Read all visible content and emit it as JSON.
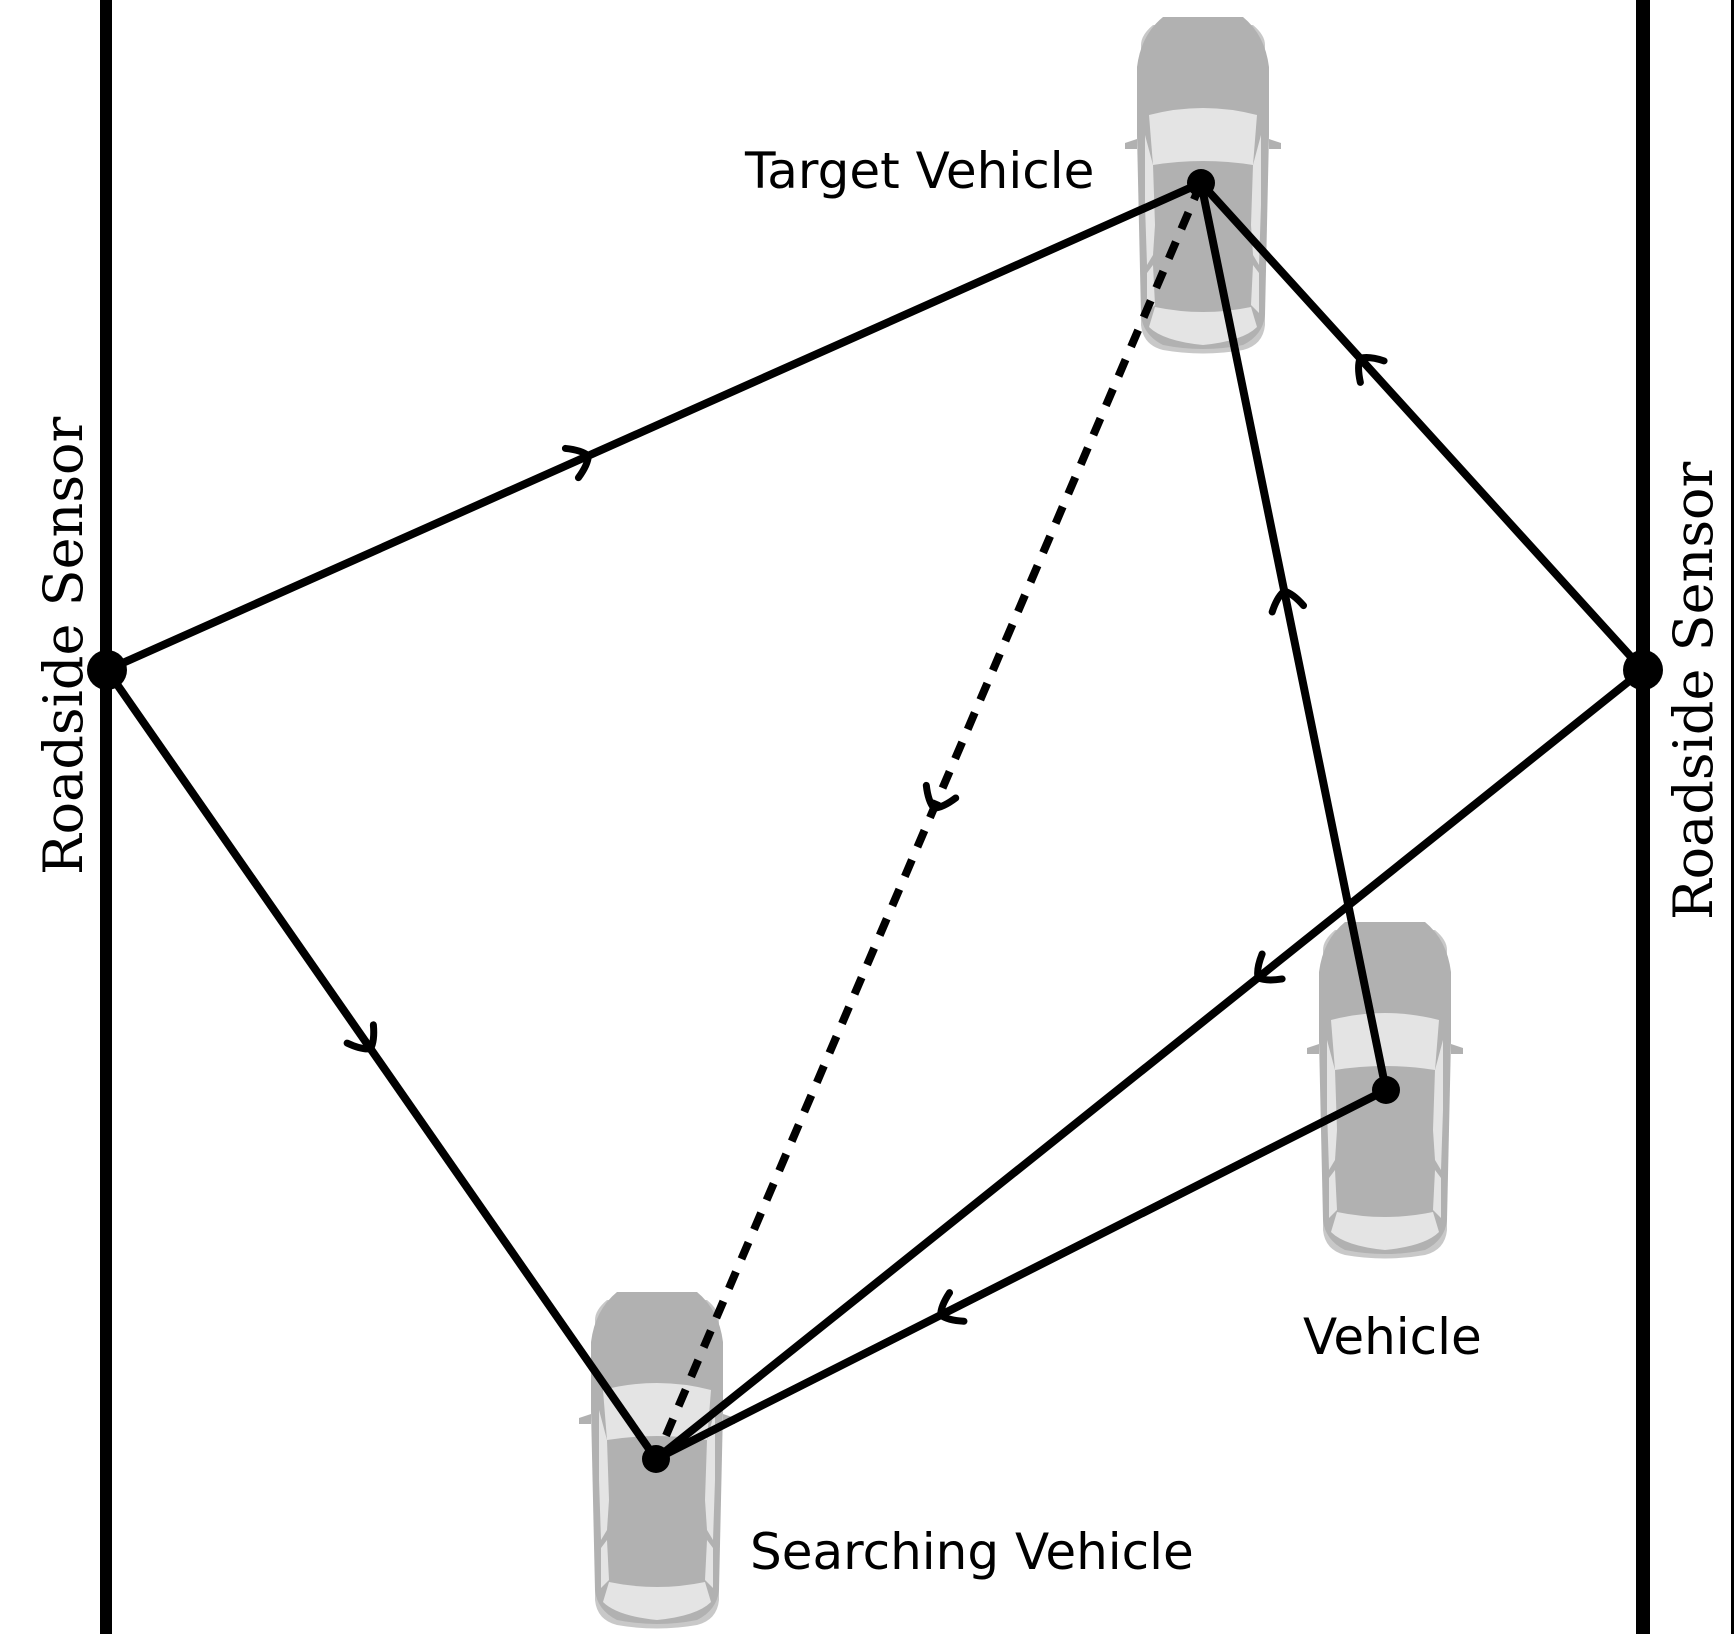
{
  "diagram": {
    "title": "",
    "labels": {
      "target_vehicle": "Target Vehicle",
      "searching_vehicle": "Searching Vehicle",
      "vehicle": "Vehicle",
      "roadside_sensor_left": "Roadside Sensor",
      "roadside_sensor_right": "Roadside Sensor"
    },
    "nodes": [
      {
        "id": "sensor_left",
        "label": "Roadside Sensor",
        "type": "roadside-sensor"
      },
      {
        "id": "sensor_right",
        "label": "Roadside Sensor",
        "type": "roadside-sensor"
      },
      {
        "id": "target",
        "label": "Target Vehicle",
        "type": "vehicle"
      },
      {
        "id": "searching",
        "label": "Searching Vehicle",
        "type": "vehicle"
      },
      {
        "id": "relay",
        "label": "Vehicle",
        "type": "vehicle"
      }
    ],
    "edges": [
      {
        "from": "sensor_left",
        "to": "target",
        "style": "solid",
        "direction": "forward"
      },
      {
        "from": "sensor_left",
        "to": "searching",
        "style": "solid",
        "direction": "forward"
      },
      {
        "from": "sensor_right",
        "to": "target",
        "style": "solid",
        "direction": "forward"
      },
      {
        "from": "sensor_right",
        "to": "searching",
        "style": "solid",
        "direction": "forward"
      },
      {
        "from": "relay",
        "to": "target",
        "style": "solid",
        "direction": "forward"
      },
      {
        "from": "relay",
        "to": "searching",
        "style": "solid",
        "direction": "forward"
      },
      {
        "from": "target",
        "to": "searching",
        "style": "dashed",
        "direction": "forward"
      }
    ],
    "colors": {
      "line": "#000000",
      "car_body": "#b1b1b1",
      "car_glass": "#e4e4e4",
      "background": "#ffffff"
    }
  }
}
